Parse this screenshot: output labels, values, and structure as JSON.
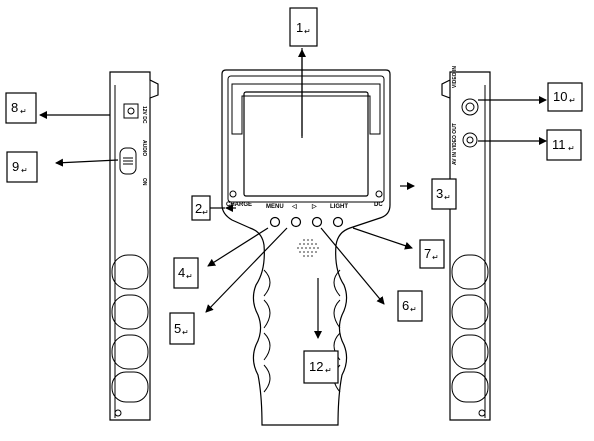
{
  "callout_mark": "↵",
  "callouts": [
    {
      "id": 1,
      "label": "1"
    },
    {
      "id": 2,
      "label": "2"
    },
    {
      "id": 3,
      "label": "3"
    },
    {
      "id": 4,
      "label": "4"
    },
    {
      "id": 5,
      "label": "5"
    },
    {
      "id": 6,
      "label": "6"
    },
    {
      "id": 7,
      "label": "7"
    },
    {
      "id": 8,
      "label": "8"
    },
    {
      "id": 9,
      "label": "9"
    },
    {
      "id": 10,
      "label": "10"
    },
    {
      "id": 11,
      "label": "11"
    },
    {
      "id": 12,
      "label": "12"
    }
  ],
  "device_labels": {
    "charge": "CHARGE",
    "menu": "MENU",
    "left": "◁",
    "right": "▷",
    "light": "LIGHT",
    "dc": "DC",
    "left_side_top": "12V DC",
    "left_side_mid": "AUDIO",
    "left_side_low": "ON",
    "right_side_top": "VIDEO IN",
    "right_side_mid": "AV IN VIDEO OUT"
  }
}
